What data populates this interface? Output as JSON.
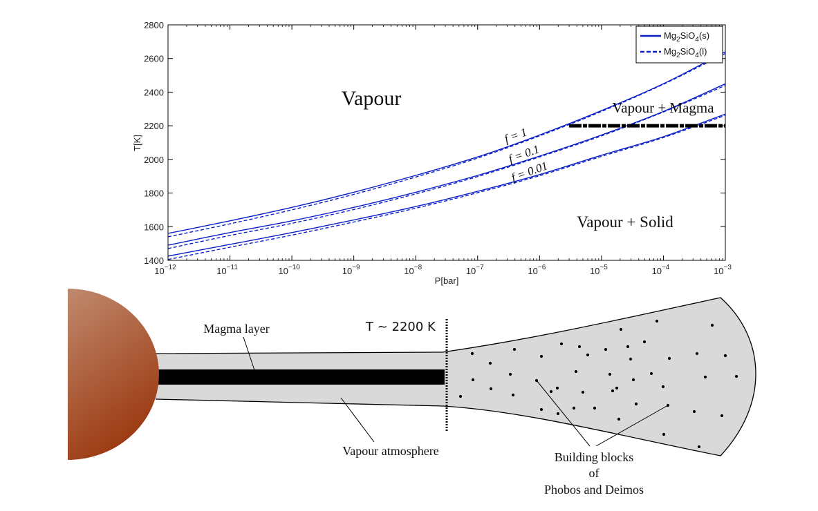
{
  "chart_data": {
    "type": "line",
    "xlabel": "P[bar]",
    "ylabel": "T[K]",
    "x_scale": "log",
    "xlim": [
      1e-12,
      0.001
    ],
    "ylim": [
      1400,
      2800
    ],
    "x_ticks": [
      {
        "value": 1e-12,
        "base": "10",
        "exp": "−12"
      },
      {
        "value": 1e-11,
        "base": "10",
        "exp": "−11"
      },
      {
        "value": 1e-10,
        "base": "10",
        "exp": "−10"
      },
      {
        "value": 1e-09,
        "base": "10",
        "exp": "−9"
      },
      {
        "value": 1e-08,
        "base": "10",
        "exp": "−8"
      },
      {
        "value": 1e-07,
        "base": "10",
        "exp": "−7"
      },
      {
        "value": 1e-06,
        "base": "10",
        "exp": "−6"
      },
      {
        "value": 1e-05,
        "base": "10",
        "exp": "−5"
      },
      {
        "value": 0.0001,
        "base": "10",
        "exp": "−4"
      },
      {
        "value": 0.001,
        "base": "10",
        "exp": "−3"
      }
    ],
    "y_ticks": [
      "1400",
      "1600",
      "1800",
      "2000",
      "2200",
      "2400",
      "2600",
      "2800"
    ],
    "grid": false,
    "legend": {
      "position": "top-right",
      "entries": [
        {
          "base": "Mg",
          "sub1": "2",
          "mid": "SiO",
          "sub2": "4",
          "tail": "(s)",
          "style": "solid",
          "color": "#0a1ec8"
        },
        {
          "base": "Mg",
          "sub1": "2",
          "mid": "SiO",
          "sub2": "4",
          "tail": "(l)",
          "style": "dashed",
          "color": "#0a1ec8"
        }
      ]
    },
    "series": [
      {
        "style": "solid",
        "label": "f = 1",
        "x": [
          1e-12,
          1e-11,
          1e-10,
          1e-09,
          1e-08,
          1e-07,
          1e-06,
          1e-05,
          0.0001,
          0.001
        ],
        "y": [
          1560,
          1635,
          1715,
          1805,
          1905,
          2015,
          2145,
          2290,
          2450,
          2640
        ]
      },
      {
        "style": "dashed",
        "x": [
          1e-12,
          1e-11,
          1e-10,
          1e-09,
          1e-08,
          1e-07,
          1e-06,
          1e-05,
          0.0001,
          0.001
        ],
        "y": [
          1540,
          1617,
          1700,
          1792,
          1895,
          2008,
          2140,
          2285,
          2447,
          2630
        ]
      },
      {
        "style": "solid",
        "label": "f = 0.1",
        "x": [
          1e-12,
          1e-11,
          1e-10,
          1e-09,
          1e-08,
          1e-07,
          1e-06,
          1e-05,
          0.0001,
          0.001
        ],
        "y": [
          1490,
          1565,
          1635,
          1715,
          1805,
          1905,
          2020,
          2145,
          2285,
          2450
        ]
      },
      {
        "style": "dashed",
        "x": [
          1e-12,
          1e-11,
          1e-10,
          1e-09,
          1e-08,
          1e-07,
          1e-06,
          1e-05,
          0.0001,
          0.001
        ],
        "y": [
          1470,
          1548,
          1620,
          1702,
          1795,
          1898,
          2015,
          2140,
          2282,
          2440
        ]
      },
      {
        "style": "solid",
        "label": "f = 0.01",
        "x": [
          1e-12,
          1e-11,
          1e-10,
          1e-09,
          1e-08,
          1e-07,
          1e-06,
          1e-05,
          0.0001,
          0.001
        ],
        "y": [
          1425,
          1495,
          1565,
          1640,
          1720,
          1810,
          1910,
          2025,
          2135,
          2270
        ]
      },
      {
        "style": "dashed",
        "x": [
          1e-12,
          1e-11,
          1e-10,
          1e-09,
          1e-08,
          1e-07,
          1e-06,
          1e-05,
          0.0001,
          0.001
        ],
        "y": [
          1405,
          1478,
          1550,
          1628,
          1710,
          1802,
          1903,
          2018,
          2130,
          2262
        ]
      }
    ],
    "reference_line": {
      "y": 2200,
      "x_from": 3e-06,
      "x_to": 0.001,
      "color": "#000000"
    },
    "region_labels": [
      "Vapour",
      "Vapour + Magma",
      "Vapour + Solid"
    ]
  },
  "schematic": {
    "temperature_marker": "T ~ 2200 K",
    "magma_layer": "Magma layer",
    "vapour_atmosphere": "Vapour atmosphere",
    "building_blocks_lines": [
      "Building blocks",
      "of",
      "Phobos and Deimos"
    ]
  },
  "colors": {
    "curve": "#0a1ec8",
    "planet_light": "#c08a6e",
    "planet_dark": "#9c3a12",
    "disk_fill": "#d9d9d9",
    "magma": "#000000"
  }
}
